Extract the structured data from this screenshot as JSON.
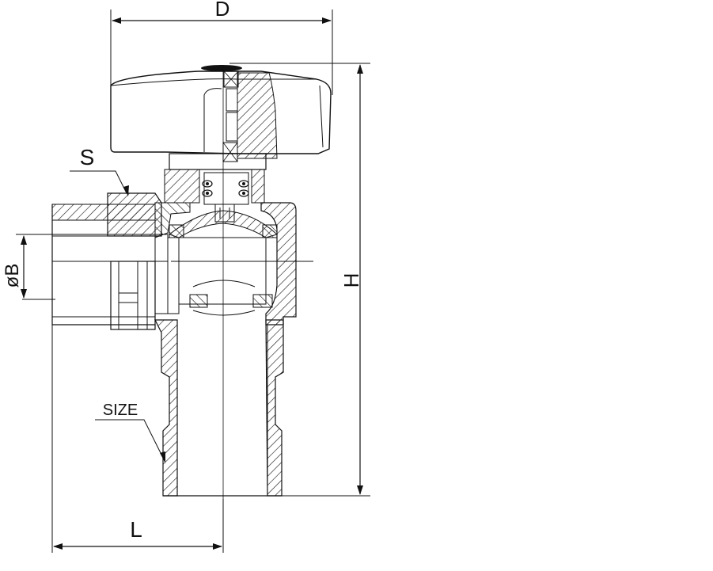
{
  "labels": {
    "D": "D",
    "H": "H",
    "S": "S",
    "B": "øB",
    "L": "L",
    "size": "SIZE"
  },
  "colors": {
    "ink": "#111111",
    "background": "#ffffff"
  }
}
